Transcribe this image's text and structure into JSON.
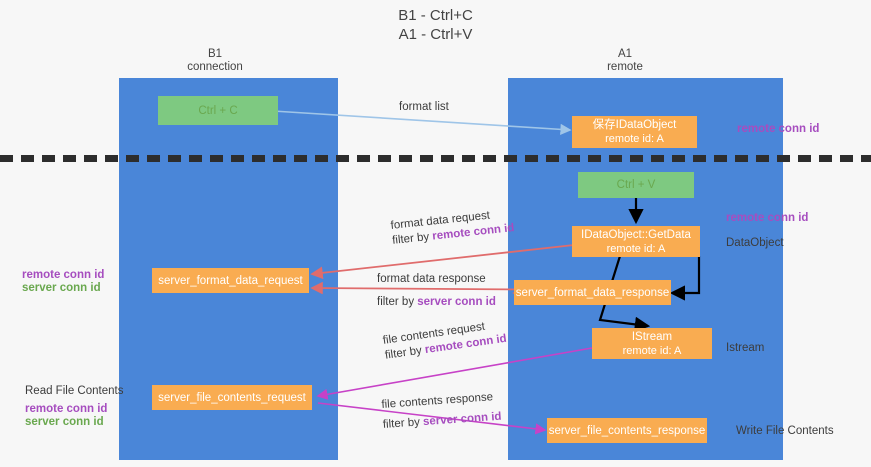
{
  "title": {
    "line1": "B1 - Ctrl+C",
    "line2": "A1 - Ctrl+V"
  },
  "columns": {
    "left": {
      "name": "B1",
      "role": "connection"
    },
    "right": {
      "name": "A1",
      "role": "remote"
    }
  },
  "nodes": {
    "ctrl_c": {
      "label": "Ctrl + C",
      "color": "#7ec981"
    },
    "save_idataobject": {
      "label": "保存IDataObject",
      "sub": "remote id: A",
      "color": "#f9ac51"
    },
    "ctrl_v": {
      "label": "Ctrl + V",
      "color": "#7ec981"
    },
    "getdata": {
      "label": "IDataObject::GetData",
      "sub": "remote id: A",
      "color": "#f9ac51"
    },
    "server_format_data_request": {
      "label": "server_format_data_request",
      "color": "#f9ac51"
    },
    "server_format_data_response": {
      "label": "server_format_data_response",
      "color": "#f9ac51"
    },
    "istream": {
      "label": "IStream",
      "sub": "remote id: A",
      "color": "#f9ac51"
    },
    "server_file_contents_request": {
      "label": "server_file_contents_request",
      "color": "#f9ac51"
    },
    "server_file_contents_response": {
      "label": "server_file_contents_response",
      "color": "#f9ac51"
    }
  },
  "edges": {
    "format_list": {
      "label": "format list",
      "color": "#9fc5e8"
    },
    "format_data_request": {
      "line1": "format data request",
      "line2_prefix": "filter by ",
      "line2_keyword": "remote conn id",
      "color": "#e06c6c"
    },
    "format_data_response": {
      "line1": "format data response",
      "line2_prefix": "filter by ",
      "line2_keyword": "server conn id",
      "color": "#e06c6c"
    },
    "file_contents_request": {
      "line1": "file contents request",
      "line2_prefix": "filter by ",
      "line2_keyword": "remote conn id",
      "color": "#c742c7"
    },
    "file_contents_response": {
      "line1": "file contents response",
      "line2_prefix": "filter by ",
      "line2_keyword": "server conn id",
      "color": "#c742c7"
    }
  },
  "annotations": {
    "right_remote_conn_id_top": "remote conn id",
    "right_remote_conn_id_mid": "remote conn id",
    "right_dataobject": "DataObject",
    "right_istream": "Istream",
    "right_write_file_contents": "Write File Contents",
    "left_remote_conn_id": "remote conn id",
    "left_server_conn_id": "server conn id",
    "left_read_file_contents": "Read File Contents",
    "left_bottom_remote_conn_id": "remote conn id",
    "left_bottom_server_conn_id": "server conn id"
  },
  "palette": {
    "lane": "#4a86d8",
    "green_node": "#7ec981",
    "orange_node": "#f9ac51",
    "red_arrow": "#e06c6c",
    "magenta_arrow": "#c742c7",
    "light_blue_arrow": "#9fc5e8",
    "purple_text": "#a64dbf",
    "green_text": "#6aa84f",
    "background": "#f7f7f7"
  }
}
